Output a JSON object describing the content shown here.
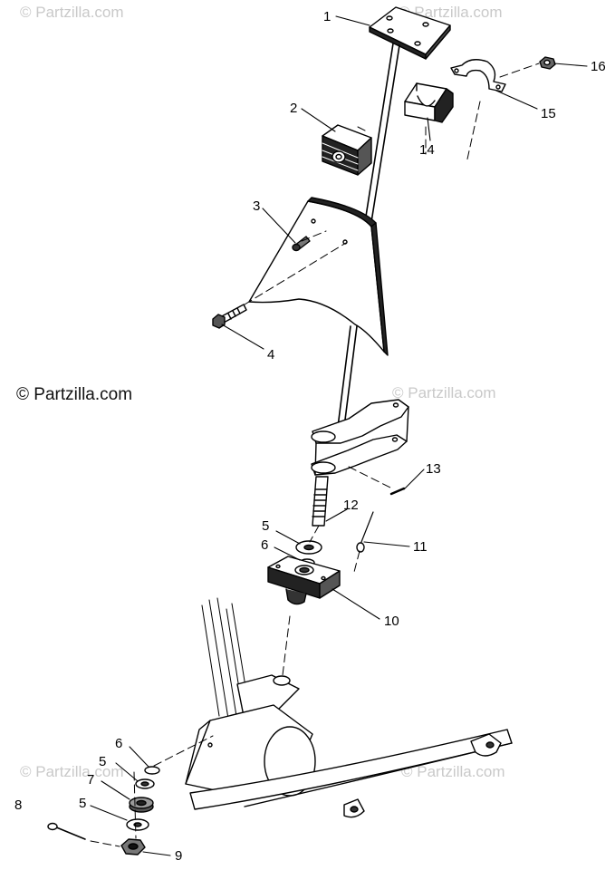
{
  "watermarks": {
    "top_left": "© Partzilla.com",
    "top_right": "© Partzilla.com",
    "main": "© Partzilla.com",
    "mid_right": "© Partzilla.com",
    "bottom_left": "© Partzilla.com",
    "bottom_right": "© Partzilla.com"
  },
  "callouts": {
    "c1": "1",
    "c2": "2",
    "c3": "3",
    "c4": "4",
    "c5a": "5",
    "c5b": "5",
    "c5c": "5",
    "c6a": "6",
    "c6b": "6",
    "c7": "7",
    "c8": "8",
    "c9": "9",
    "c10": "10",
    "c11": "11",
    "c12": "12",
    "c13": "13",
    "c14": "14",
    "c15": "15",
    "c16": "16"
  }
}
